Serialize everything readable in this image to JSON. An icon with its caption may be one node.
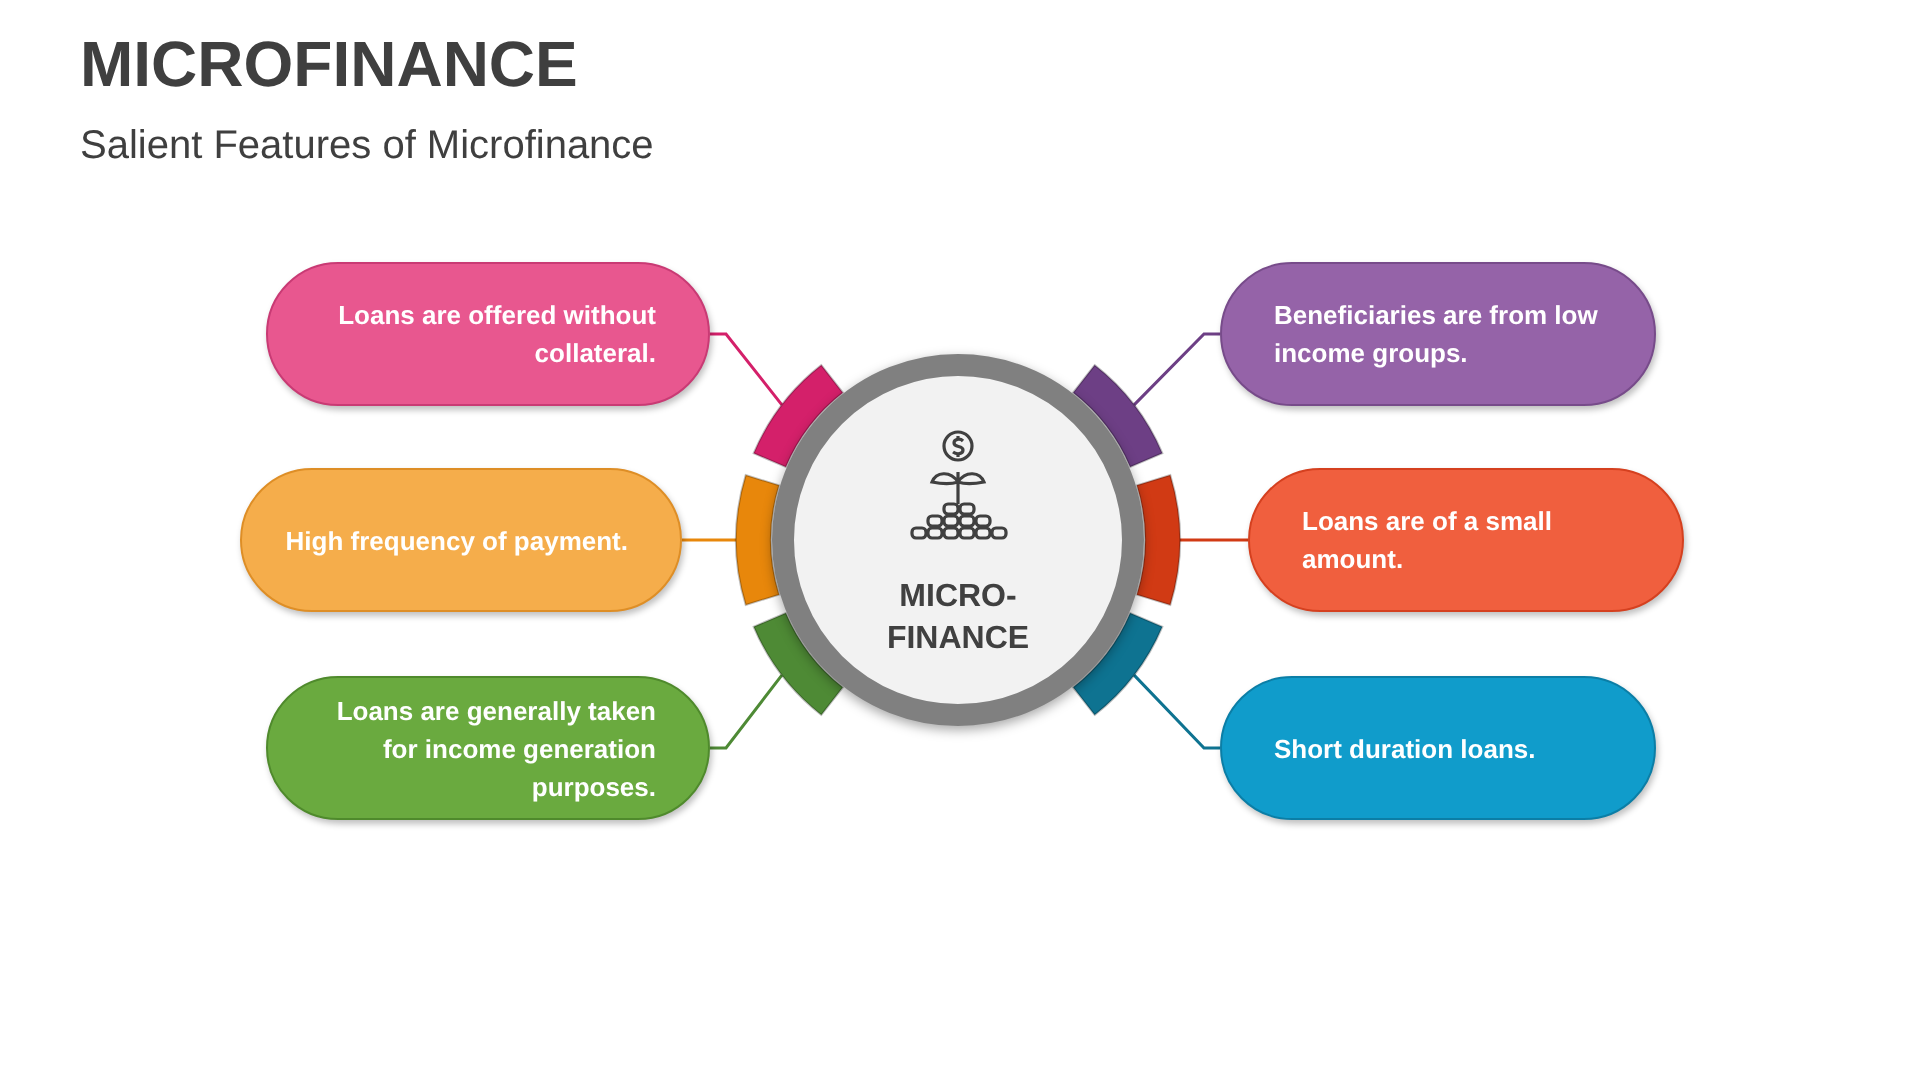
{
  "diagram": {
    "title": "MICROFINANCE",
    "caption": "Salient Features of Microfinance",
    "nodes": [
      {
        "text": [
          "Loans are offered without collateral."
        ]
      },
      {
        "text": [
          "Beneficiaries are from low income groups."
        ]
      },
      {
        "text": [
          "High frequency of payment."
        ]
      },
      {
        "text": [
          "Loans are of a small amount."
        ]
      },
      {
        "text": [
          "Loans are generally taken for income generation purposes."
        ]
      },
      {
        "text": [
          "Short duration loans."
        ]
      },
      {
        "text": [
          "MICRO- FINANCE"
        ]
      },
      {
        "text": [],
        "shape": "arc"
      },
      {
        "text": [],
        "shape": "arc"
      },
      {
        "text": [],
        "shape": "arc"
      },
      {
        "text": [],
        "shape": "arc"
      },
      {
        "text": [],
        "shape": "arc"
      },
      {
        "text": [],
        "shape": "arc"
      }
    ],
    "edges": [
      {
        "from": 0,
        "to": 7,
        "arrow": "none",
        "color": "#d4206a"
      },
      {
        "from": 1,
        "to": 8,
        "arrow": "none",
        "color": "#6d3f85"
      },
      {
        "from": 2,
        "to": 9,
        "arrow": "none",
        "color": "#e8870b"
      },
      {
        "from": 3,
        "to": 10,
        "arrow": "none",
        "color": "#d13a14"
      },
      {
        "from": 4,
        "to": 11,
        "arrow": "none",
        "color": "#4e8a35"
      },
      {
        "from": 5,
        "to": 12,
        "arrow": "none",
        "color": "#0e7391"
      }
    ]
  }
}
